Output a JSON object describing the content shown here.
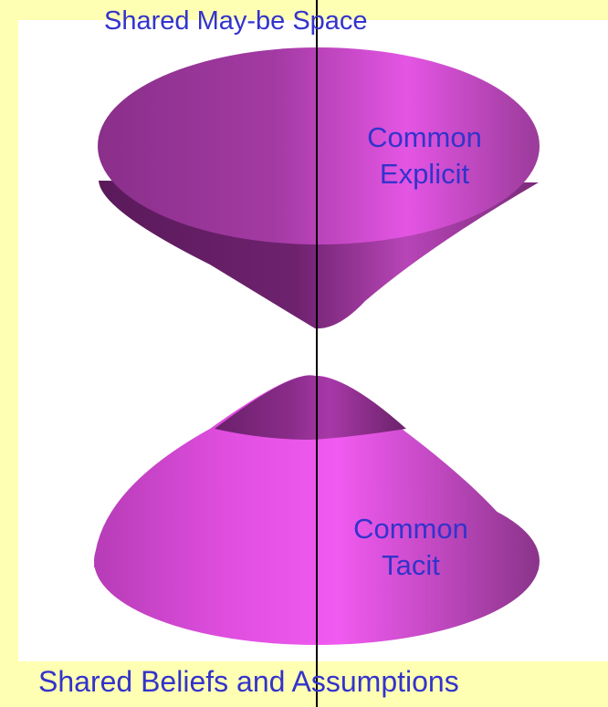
{
  "diagram": {
    "top_label": "Shared May-be Space",
    "bottom_label": "Shared Beliefs and Assumptions",
    "upper_cone": {
      "label_line1": "Common",
      "label_line2": "Explicit"
    },
    "lower_cone": {
      "label_line1": "Common",
      "label_line2": "Tacit"
    },
    "colors": {
      "background": "#ffffb3",
      "panel": "#ffffff",
      "cone": "#cc44cc",
      "label": "#3333cc",
      "axis": "#000000"
    }
  }
}
